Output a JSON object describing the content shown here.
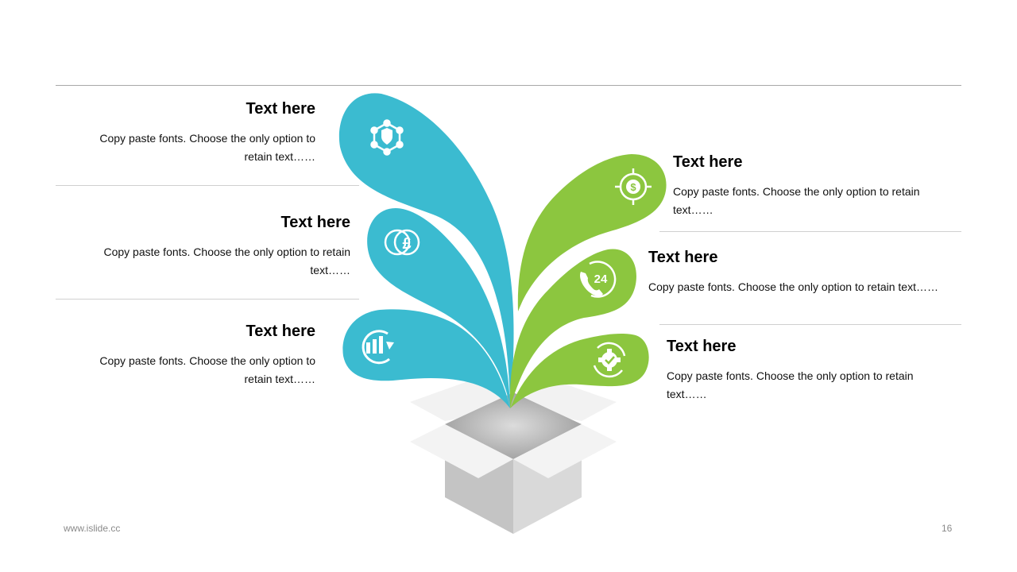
{
  "colors": {
    "blue": "#3bbbd0",
    "green": "#8cc63f",
    "box_light": "#f0f0f0",
    "box_dark": "#c4c4c4"
  },
  "items": [
    {
      "title": "Text here",
      "desc": "Copy paste fonts. Choose the only option to retain text……",
      "icon": "shield-network-icon",
      "side": "left"
    },
    {
      "title": "Text here",
      "desc": "Copy paste fonts. Choose the only option to retain text……",
      "icon": "pound-coin-icon",
      "side": "left"
    },
    {
      "title": "Text here",
      "desc": "Copy paste fonts. Choose the only option to retain text……",
      "icon": "chart-refresh-icon",
      "side": "left"
    },
    {
      "title": "Text here",
      "desc": "Copy paste fonts. Choose the only option to retain text……",
      "icon": "dollar-target-icon",
      "side": "right"
    },
    {
      "title": "Text here",
      "desc": "Copy paste fonts. Choose the only option to retain text……",
      "icon": "phone-24-icon",
      "side": "right"
    },
    {
      "title": "Text here",
      "desc": "Copy paste fonts. Choose the only option to retain text……",
      "icon": "gear-check-icon",
      "side": "right"
    }
  ],
  "icon_labels": {
    "phone_24": "24"
  },
  "footer": {
    "website": "www.islide.cc",
    "page_number": "16"
  }
}
